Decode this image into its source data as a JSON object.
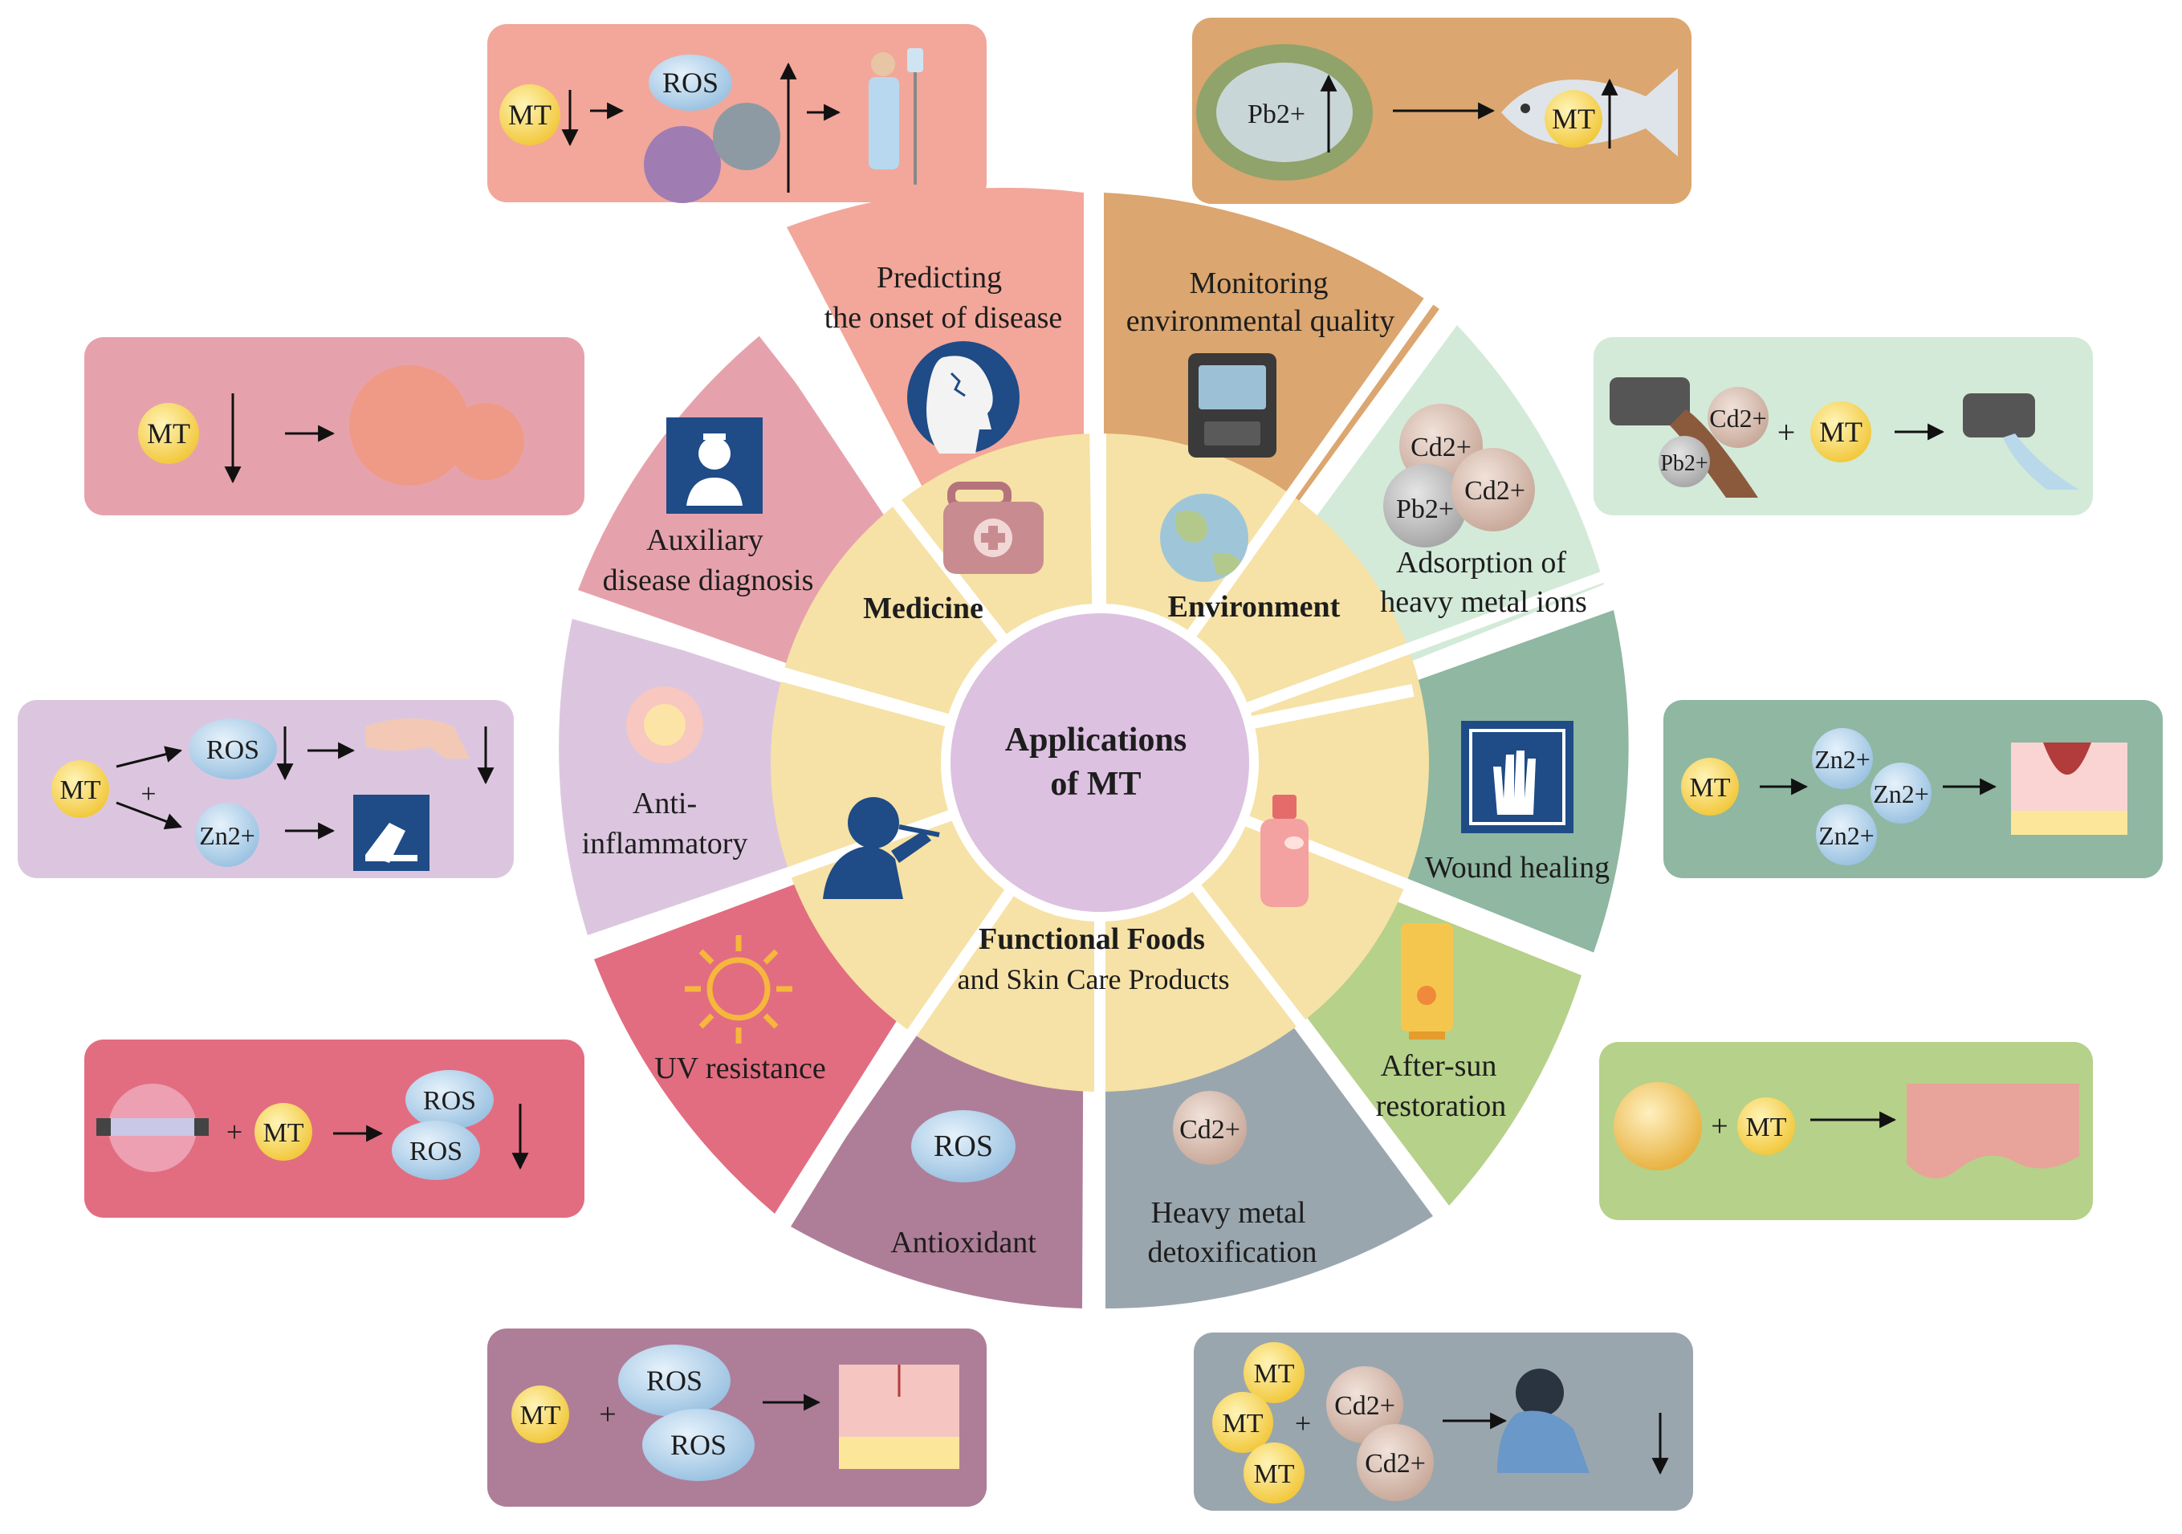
{
  "center": {
    "line1": "Applications",
    "line2": "of MT"
  },
  "categories": {
    "medicine": "Medicine",
    "environment": "Environment",
    "functional_line1": "Functional Foods",
    "functional_line2": "and Skin Care Products"
  },
  "segments": {
    "predicting": {
      "line1": "Predicting",
      "line2": "the onset of disease"
    },
    "monitoring": {
      "line1": "Monitoring",
      "line2": "environmental quality"
    },
    "adsorption": {
      "line1": "Adsorption of",
      "line2": "heavy metal ions",
      "ion1": "Cd2+",
      "ion2": "Pb2+",
      "ion3": "Cd2+"
    },
    "wound": {
      "line1": "Wound healing"
    },
    "aftersun": {
      "line1": "After-sun",
      "line2": "restoration"
    },
    "detox": {
      "line1": "Heavy metal",
      "line2": "detoxification",
      "ion": "Cd2+"
    },
    "antioxidant": {
      "line1": "Antioxidant",
      "ros": "ROS"
    },
    "uv": {
      "line1": "UV resistance"
    },
    "antiinflam": {
      "line1": "Anti-",
      "line2": "inflammatory"
    },
    "auxiliary": {
      "line1": "Auxiliary",
      "line2": "disease diagnosis"
    }
  },
  "boxes": {
    "predict": {
      "mt": "MT",
      "ros": "ROS"
    },
    "monitor": {
      "ion": "Pb2+",
      "mt": "MT"
    },
    "auxiliary": {
      "mt": "MT"
    },
    "adsorb": {
      "ion1": "Cd2+",
      "ion2": "Pb2+",
      "plus": "+",
      "mt": "MT"
    },
    "antiinflam": {
      "mt": "MT",
      "ros": "ROS",
      "plus": "+",
      "zn": "Zn2+"
    },
    "wound": {
      "mt": "MT",
      "zn1": "Zn2+",
      "zn2": "Zn2+",
      "zn3": "Zn2+"
    },
    "uv": {
      "plus": "+",
      "mt": "MT",
      "ros1": "ROS",
      "ros2": "ROS"
    },
    "aftersun": {
      "plus": "+",
      "mt": "MT"
    },
    "antioxidant": {
      "mt": "MT",
      "plus": "+",
      "ros1": "ROS",
      "ros2": "ROS"
    },
    "detox": {
      "mt1": "MT",
      "mt2": "MT",
      "mt3": "MT",
      "plus": "+",
      "cd1": "Cd2+",
      "cd2": "Cd2+"
    }
  },
  "colors": {
    "predicting": "#f2a79a",
    "monitoring": "#dba66f",
    "adsorption": "#d3ead9",
    "wound": "#8fb7a2",
    "aftersun": "#b6d18a",
    "detox": "#9aa6ae",
    "antioxidant": "#ae7e98",
    "uv": "#e26d80",
    "antiinflam": "#dcc6df",
    "auxiliary": "#e6a2ac",
    "ring": "#f6e2a6",
    "center": "#dcc1e0",
    "mt_ball": "#f7d65a",
    "ros_ball": "#b9d6ea",
    "cd_ball": "#dcc4b8"
  }
}
